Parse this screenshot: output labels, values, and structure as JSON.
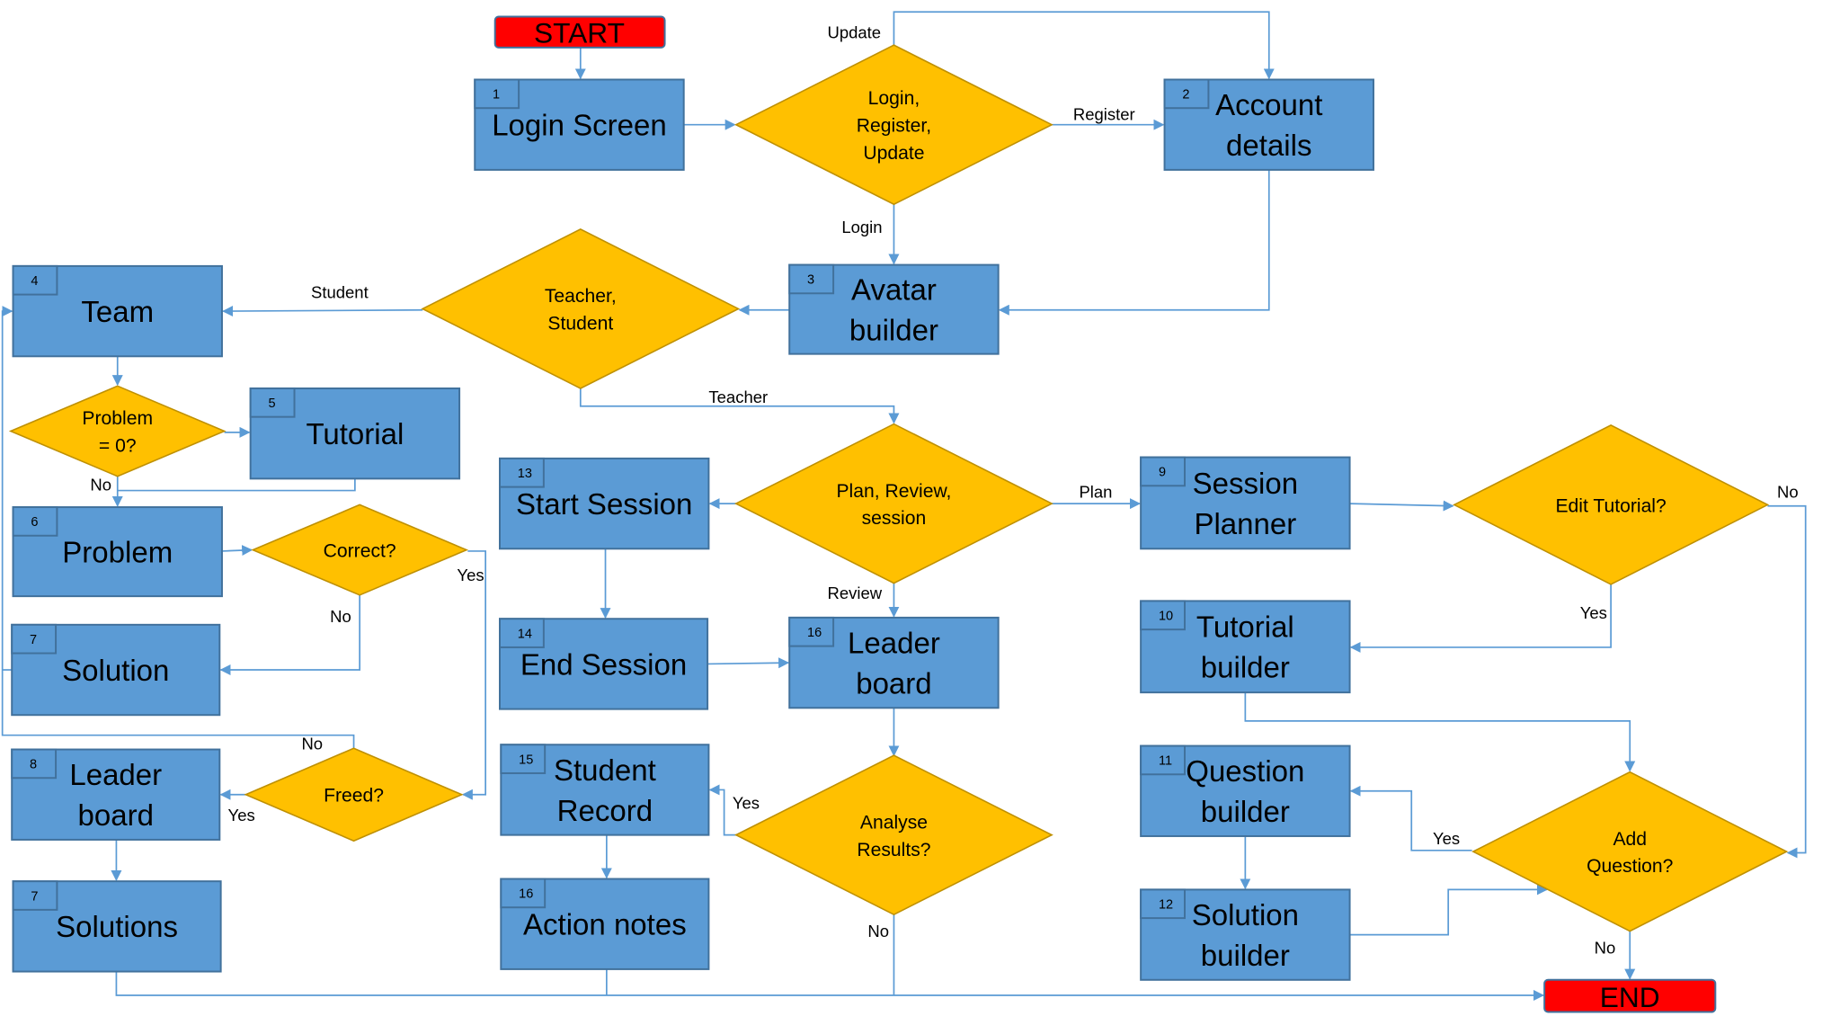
{
  "diagram": {
    "terminals": {
      "start": "START",
      "end": "END"
    },
    "boxes": {
      "login_screen": {
        "num": "1",
        "lines": [
          "Login Screen"
        ]
      },
      "account_details": {
        "num": "2",
        "lines": [
          "Account",
          "details"
        ]
      },
      "avatar_builder": {
        "num": "3",
        "lines": [
          "Avatar",
          "builder"
        ]
      },
      "team": {
        "num": "4",
        "lines": [
          "Team"
        ]
      },
      "tutorial": {
        "num": "5",
        "lines": [
          "Tutorial"
        ]
      },
      "problem": {
        "num": "6",
        "lines": [
          "Problem"
        ]
      },
      "solution": {
        "num": "7",
        "lines": [
          "Solution"
        ]
      },
      "leader_board_student": {
        "num": "8",
        "lines": [
          "Leader",
          "board"
        ]
      },
      "solutions": {
        "num": "7",
        "lines": [
          "Solutions"
        ]
      },
      "session_planner": {
        "num": "9",
        "lines": [
          "Session",
          "Planner"
        ]
      },
      "tutorial_builder": {
        "num": "10",
        "lines": [
          "Tutorial",
          "builder"
        ]
      },
      "question_builder": {
        "num": "11",
        "lines": [
          "Question",
          "builder"
        ]
      },
      "solution_builder": {
        "num": "12",
        "lines": [
          "Solution",
          "builder"
        ]
      },
      "start_session": {
        "num": "13",
        "lines": [
          "Start Session"
        ]
      },
      "end_session": {
        "num": "14",
        "lines": [
          "End Session"
        ]
      },
      "student_record": {
        "num": "15",
        "lines": [
          "Student",
          "Record"
        ]
      },
      "leader_board_teacher": {
        "num": "16",
        "lines": [
          "Leader",
          "board"
        ]
      },
      "action_notes": {
        "num": "16",
        "lines": [
          "Action notes"
        ]
      }
    },
    "decisions": {
      "login_register_update": [
        "Login,",
        "Register,",
        "Update"
      ],
      "teacher_student": [
        "Teacher,",
        "Student"
      ],
      "problem_zero": [
        "Problem",
        "= 0?"
      ],
      "correct": [
        "Correct?"
      ],
      "freed": [
        "Freed?"
      ],
      "plan_review_session": [
        "Plan, Review,",
        "session"
      ],
      "analyse_results": [
        "Analyse",
        "Results?"
      ],
      "edit_tutorial": [
        "Edit Tutorial?"
      ],
      "add_question": [
        "Add",
        "Question?"
      ]
    },
    "edge_labels": {
      "update": "Update",
      "register": "Register",
      "login": "Login",
      "student": "Student",
      "teacher": "Teacher",
      "problem_no": "No",
      "correct_yes": "Yes",
      "correct_no": "No",
      "freed_no": "No",
      "freed_yes": "Yes",
      "plan": "Plan",
      "review": "Review",
      "analyse_yes": "Yes",
      "analyse_no": "No",
      "edit_no": "No",
      "edit_yes": "Yes",
      "add_yes": "Yes",
      "add_no": "No"
    },
    "colors": {
      "process_fill": "#5B9BD5",
      "process_border": "#41719C",
      "decision_fill": "#FFC000",
      "decision_border": "#BF9000",
      "terminal_fill": "#FF0000",
      "connector": "#5B9BD5"
    }
  }
}
